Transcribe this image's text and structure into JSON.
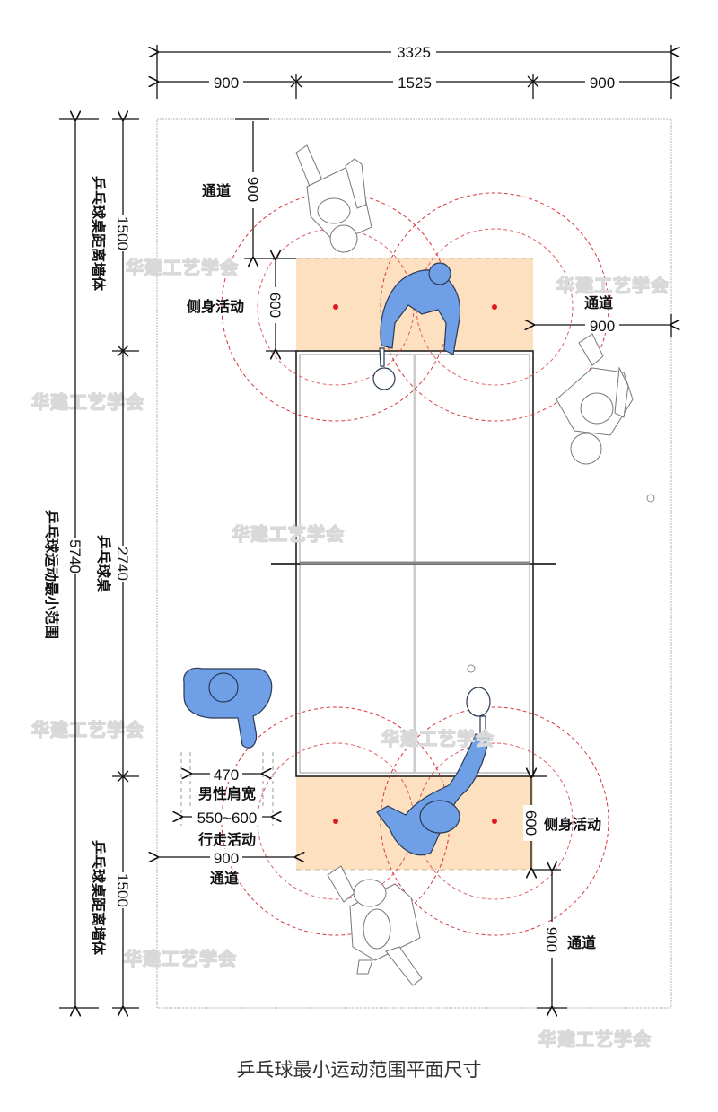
{
  "title": "乒乓球最小运动范围平面尺寸",
  "watermark": "华建工艺学会",
  "colors": {
    "activity_zone": "#fde0c0",
    "player_fill": "#6f9fe6",
    "player_stroke": "#2a3a55",
    "reach_circle": "#d6363b",
    "dimension_line": "#111111",
    "boundary": "#b5b5b5"
  },
  "top_dimensions": {
    "total": "3325",
    "segments": [
      "900",
      "1525",
      "900"
    ]
  },
  "left_dimensions": {
    "overall_value": "5740",
    "overall_label": "乒乓球运动最小范围",
    "segments": [
      {
        "value": "1500",
        "label": "乒乓球桌距离墙体"
      },
      {
        "value": "2740",
        "label": "乒乓球桌"
      },
      {
        "value": "1500",
        "label": "乒乓球桌距离墙体"
      }
    ]
  },
  "annotations": {
    "top_passage": {
      "value": "900",
      "label": "通道"
    },
    "top_side_activity": {
      "value": "600",
      "label": "侧身活动"
    },
    "right_passage": {
      "value": "900",
      "label": "通道"
    },
    "bottom_side_activity": {
      "value": "600",
      "label": "侧身活动"
    },
    "bottom_passage": {
      "value": "900",
      "label": "通道"
    },
    "shoulder_width": {
      "value": "470",
      "label": "男性肩宽"
    },
    "walking": {
      "value": "550~600",
      "label": "行走活动"
    },
    "left_passage": {
      "value": "900",
      "label": "通道"
    }
  }
}
